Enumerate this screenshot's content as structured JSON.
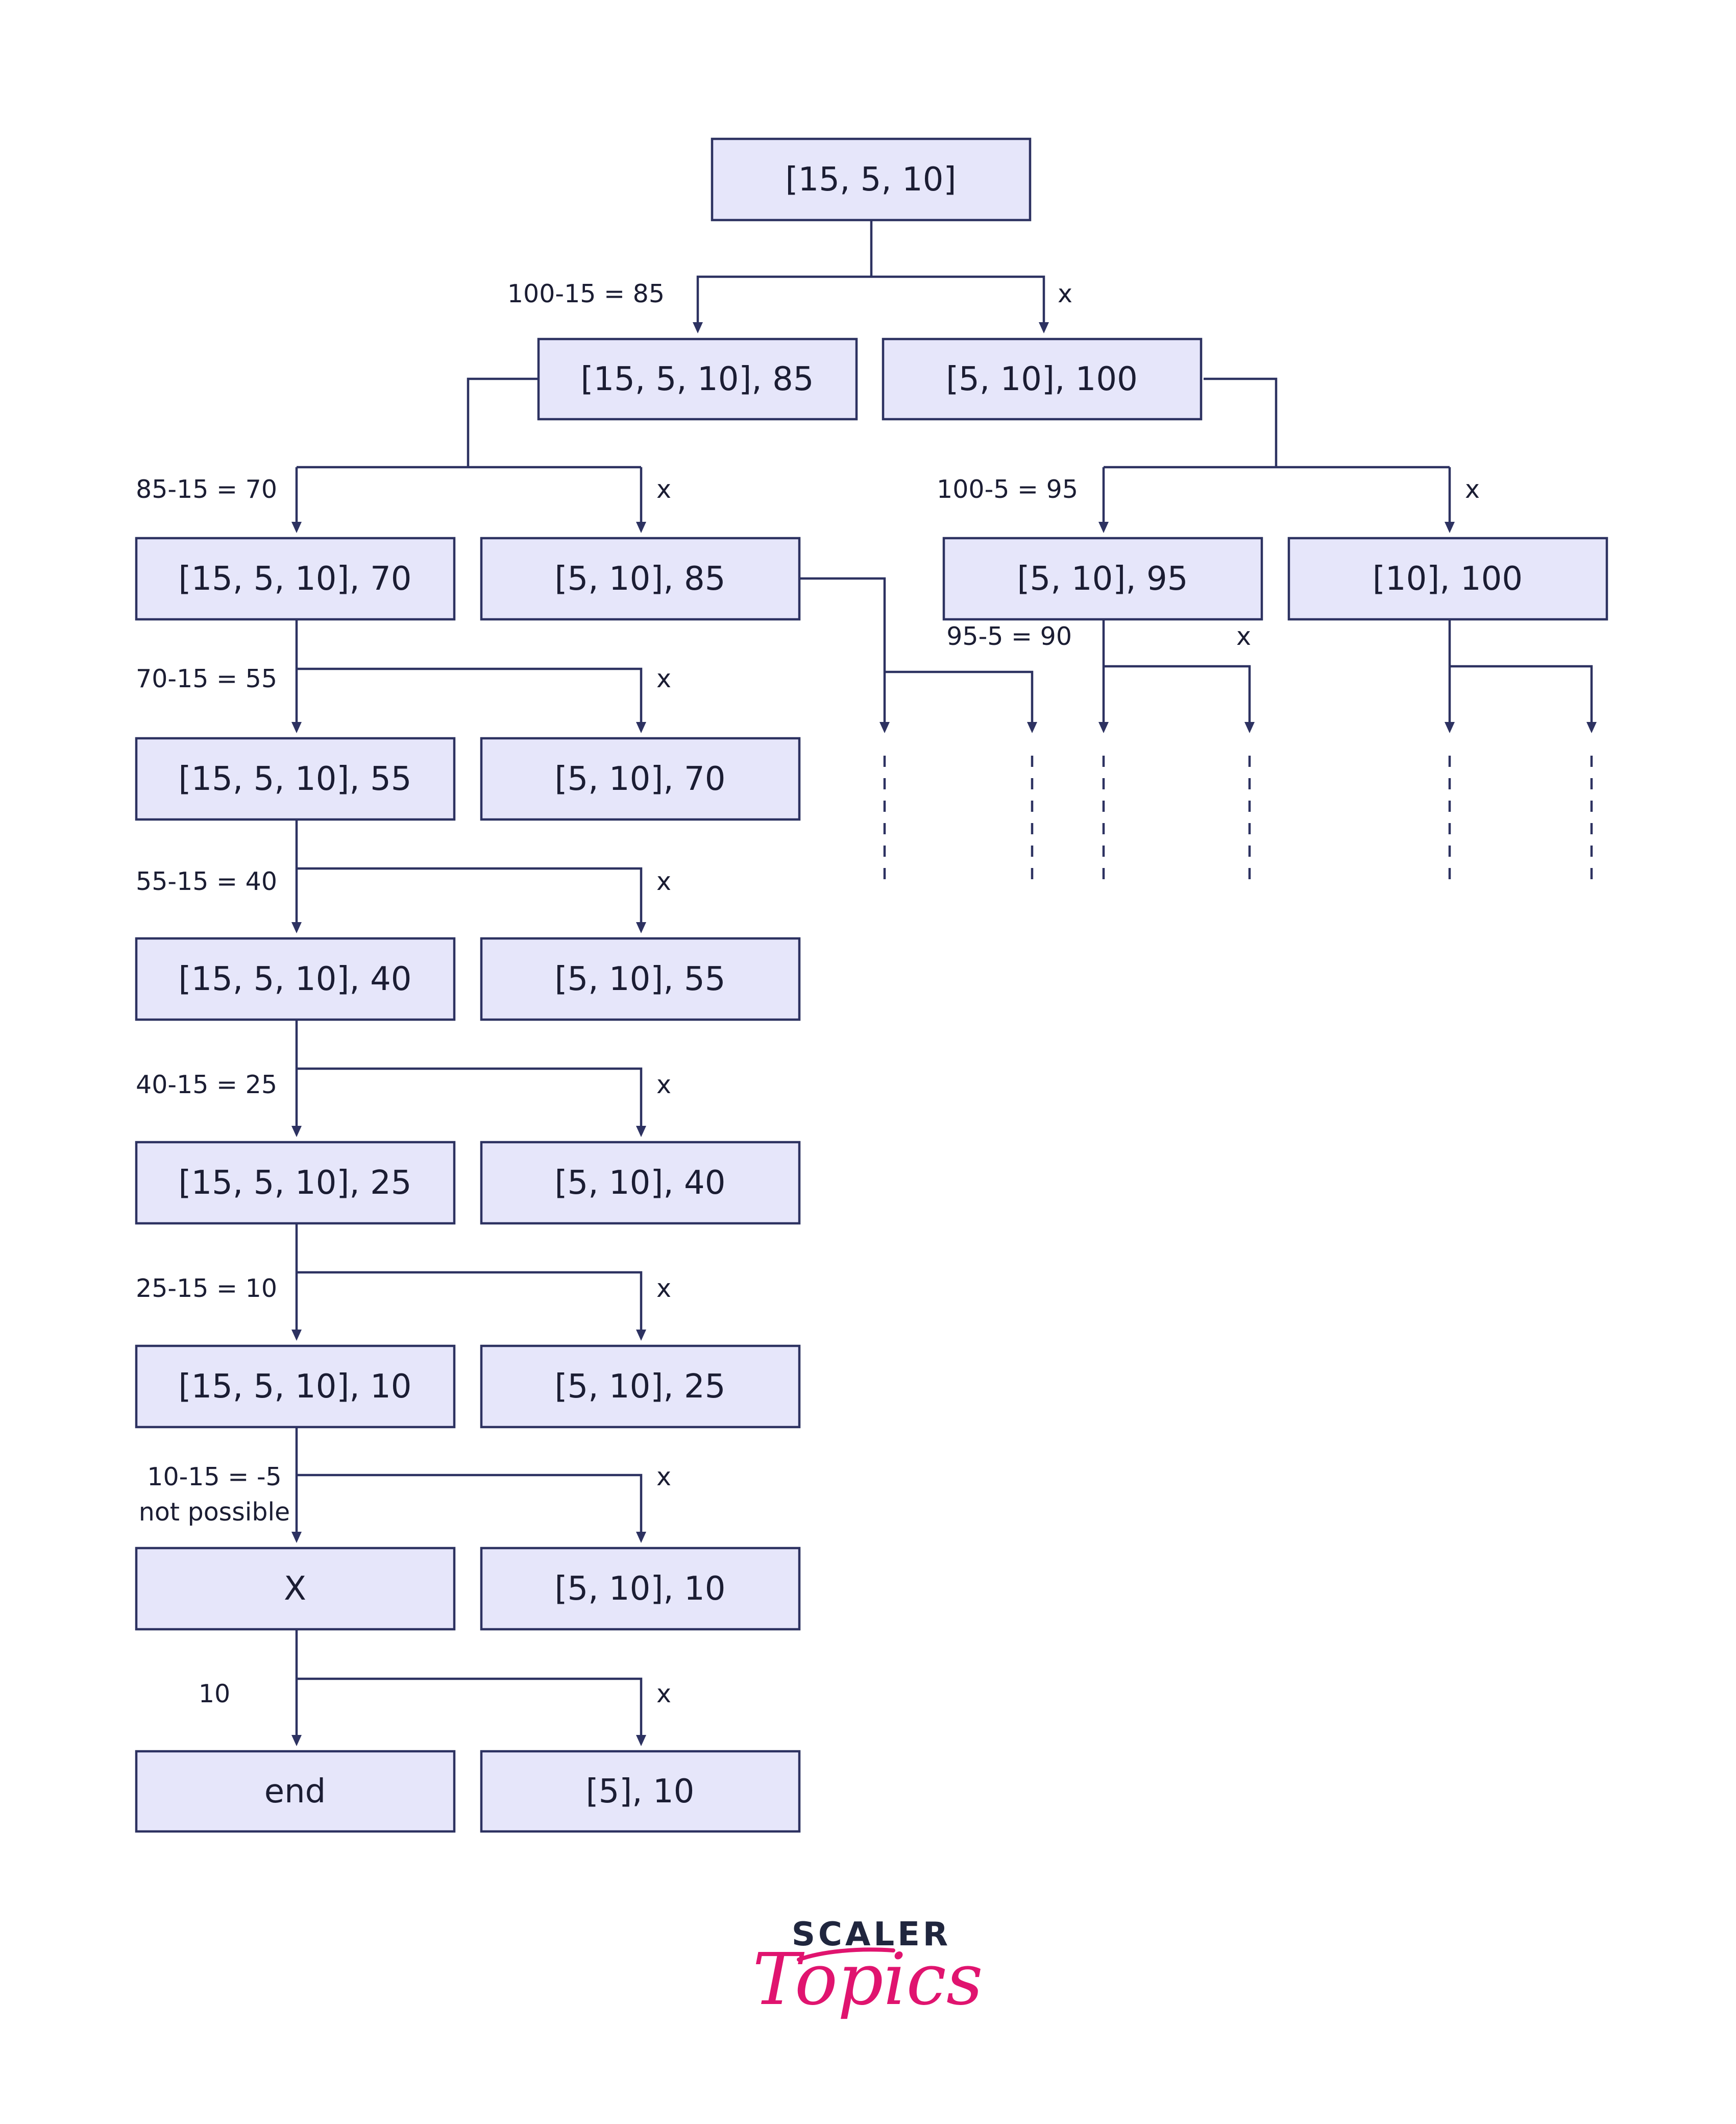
{
  "nodes": {
    "root": "[15, 5, 10]",
    "n_l1_left": "[15, 5, 10], 85",
    "n_l1_right": "[5, 10], 100",
    "n_l2_ll": "[15, 5, 10], 70",
    "n_l2_lr": "[5, 10], 85",
    "n_l2_rl": "[5, 10], 95",
    "n_l2_rr": "[10], 100",
    "n_l3_l": "[15, 5, 10], 55",
    "n_l3_r": "[5, 10], 70",
    "n_l4_l": "[15, 5, 10], 40",
    "n_l4_r": "[5, 10], 55",
    "n_l5_l": "[15, 5, 10], 25",
    "n_l5_r": "[5, 10], 40",
    "n_l6_l": "[15, 5, 10], 10",
    "n_l6_r": "[5, 10], 25",
    "n_l7_l": "X",
    "n_l7_r": "[5, 10], 10",
    "n_l8_l": "end",
    "n_l8_r": "[5], 10"
  },
  "edge_labels": {
    "root_take": "100-15 = 85",
    "root_skip": "x",
    "l1_left_take": "85-15 = 70",
    "l1_left_skip": "x",
    "l1_right_take": "100-5 = 95",
    "l1_right_skip": "x",
    "l2_rl_take": "95-5 = 90",
    "l2_rl_skip": "x",
    "l2_take": "70-15 = 55",
    "l2_skip": "x",
    "l3_take": "55-15 = 40",
    "l3_skip": "x",
    "l4_take": "40-15 = 25",
    "l4_skip": "x",
    "l5_take": "25-15 = 10",
    "l5_skip": "x",
    "l6_take_line1": "10-15 = -5",
    "l6_take_line2": "not possible",
    "l6_skip": "x",
    "l7_take": "10",
    "l7_skip": "x"
  },
  "logo": {
    "top": "SCALER",
    "bottom": "Topics"
  },
  "colors": {
    "node_fill": "#e6e6fa",
    "stroke": "#2d3261",
    "logo_text": "#20263e",
    "logo_accent": "#e0146f"
  }
}
